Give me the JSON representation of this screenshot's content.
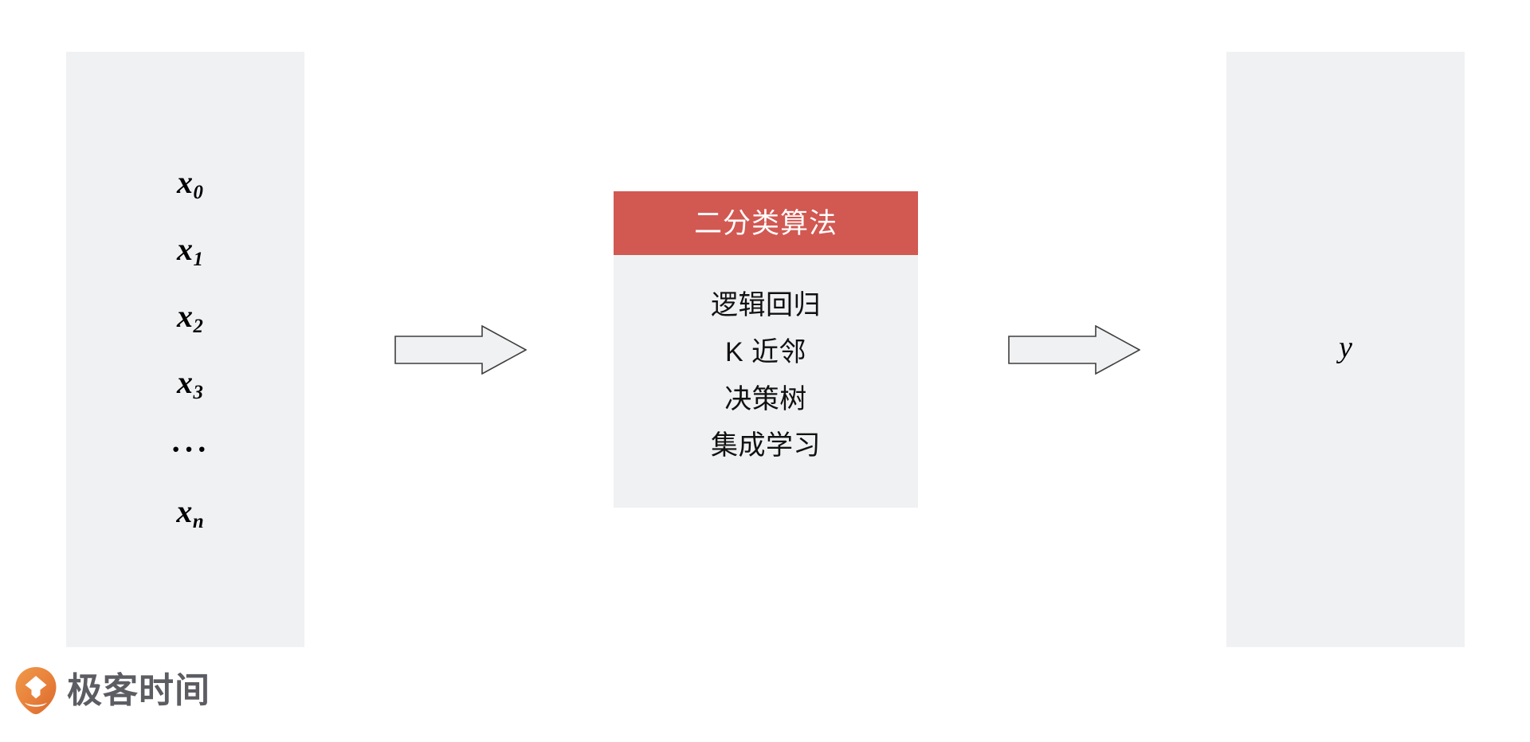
{
  "slide": {
    "type": "pipeline-diagram",
    "background_color": "#ffffff",
    "panel_color": "#f0f1f3"
  },
  "input_panel": {
    "name": "feature-input",
    "features": [
      {
        "base": "x",
        "sub": "0"
      },
      {
        "base": "x",
        "sub": "1"
      },
      {
        "base": "x",
        "sub": "2"
      },
      {
        "base": "x",
        "sub": "3"
      },
      {
        "base": "x",
        "sub": "n"
      }
    ],
    "ellipsis": "···"
  },
  "arrows": [
    {
      "name": "arrow-input-to-model",
      "direction": "right",
      "fill": "#f0f1f3",
      "stroke": "#3f3f3f"
    },
    {
      "name": "arrow-model-to-output",
      "direction": "right",
      "fill": "#f0f1f3",
      "stroke": "#3f3f3f"
    }
  ],
  "algorithm_card": {
    "title": "二分类算法",
    "header_color": "#d25852",
    "header_text_color": "#ffffff",
    "body_color": "#f0f1f3",
    "items": [
      "逻辑回归",
      "K 近邻",
      "决策树",
      "集成学习"
    ]
  },
  "output_panel": {
    "name": "label-output",
    "label": "y"
  },
  "brand": {
    "mark": "geektime-logo-icon",
    "mark_color": "#e8803a",
    "text": "极客时间",
    "text_color": "#5b5d63"
  }
}
